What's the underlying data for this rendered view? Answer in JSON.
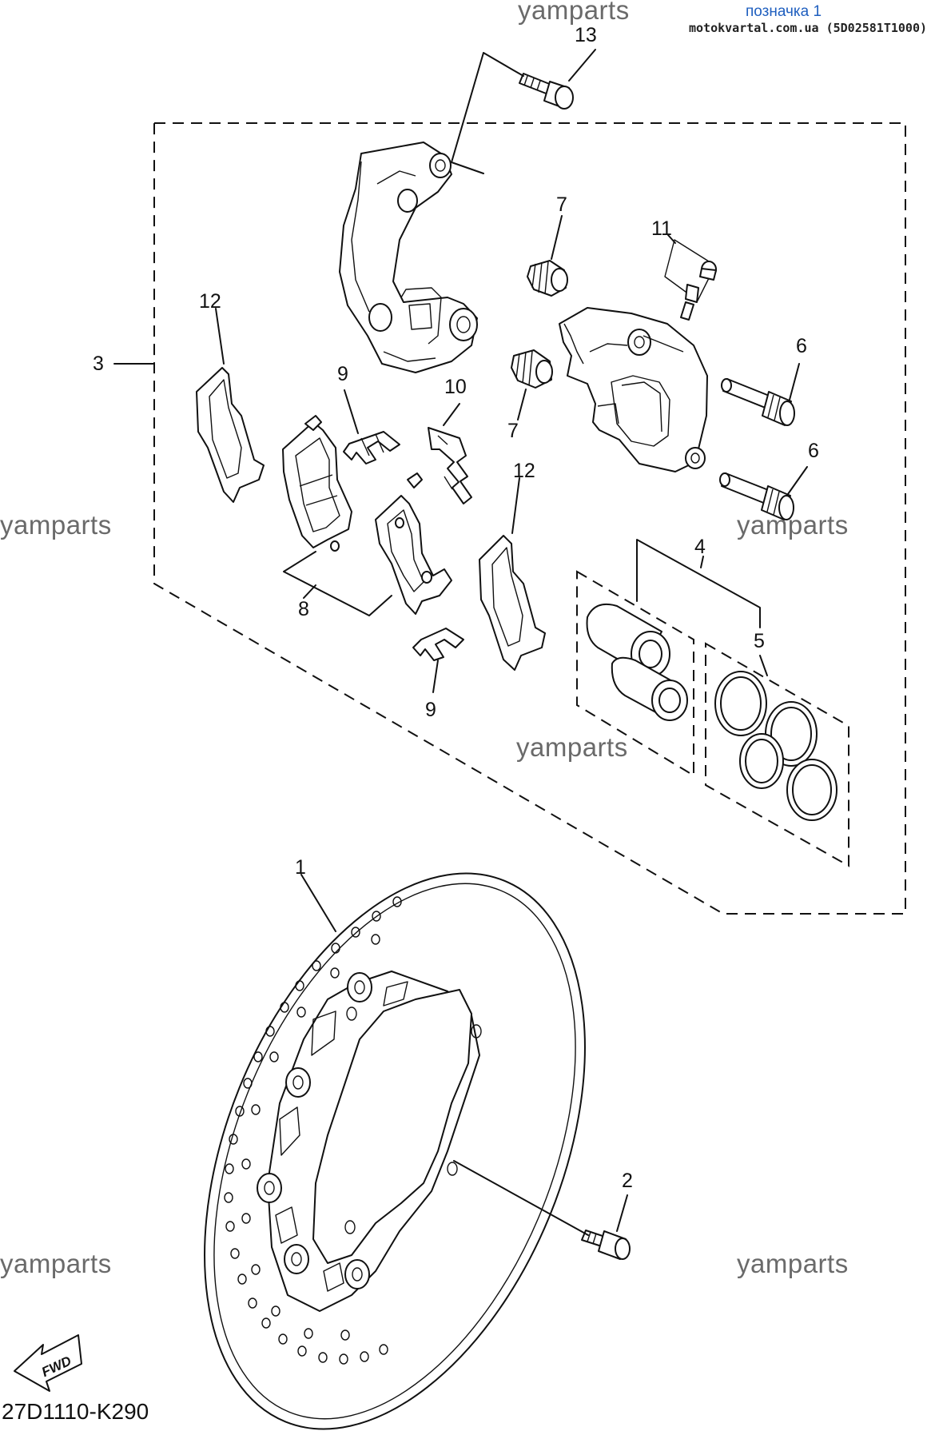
{
  "header": {
    "watermark_top": "yamparts",
    "tag_label": "позначка 1",
    "source_line": "motokvartal.com.ua (5D02581T1000)"
  },
  "watermarks": [
    "yamparts",
    "yamparts",
    "yamparts",
    "yamparts",
    "yamparts"
  ],
  "diagram": {
    "part_numbers": [
      "1",
      "2",
      "3",
      "4",
      "5",
      "6",
      "6",
      "7",
      "7",
      "8",
      "9",
      "9",
      "10",
      "11",
      "12",
      "12",
      "13"
    ],
    "fwd_label": "FWD"
  },
  "footer": {
    "diagram_code": "27D1110-K290"
  }
}
